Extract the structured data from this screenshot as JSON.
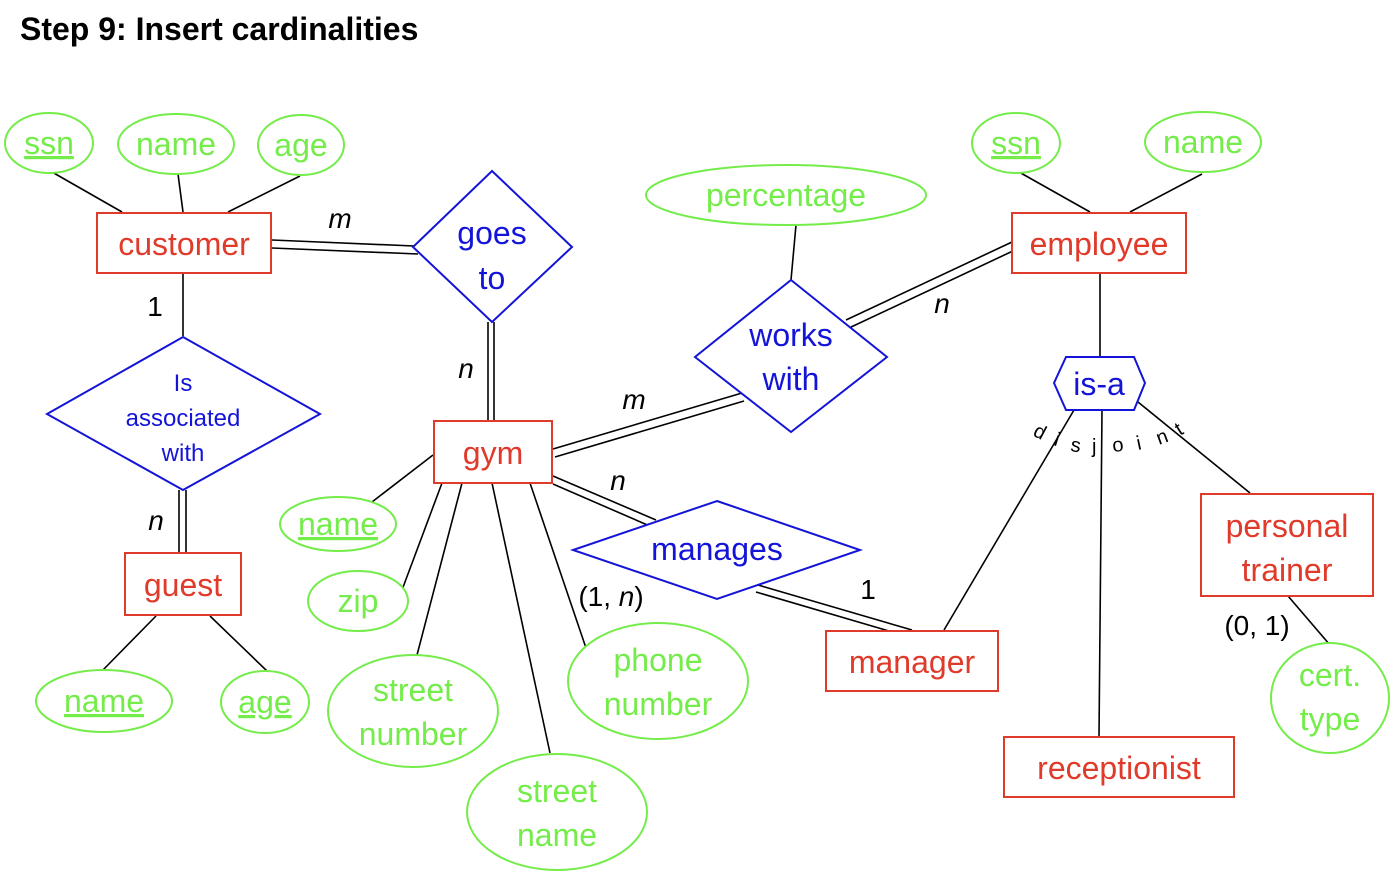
{
  "title": "Step 9: Insert cardinalities",
  "colors": {
    "entity": "#e03a2a",
    "attribute": "#74ec4a",
    "relationship": "#1414d8",
    "edge": "#000000"
  },
  "entities": {
    "customer": "customer",
    "employee": "employee",
    "gym": "gym",
    "guest": "guest",
    "manager": "manager",
    "receptionist": "receptionist",
    "personal_trainer": [
      "personal",
      "trainer"
    ]
  },
  "relationships": {
    "goes_to": [
      "goes",
      "to"
    ],
    "works_with": [
      "works",
      "with"
    ],
    "is_associated_with": [
      "Is",
      "associated",
      "with"
    ],
    "manages": "manages",
    "is_a": "is-a"
  },
  "attributes": {
    "customer_ssn": "ssn",
    "customer_name": "name",
    "customer_age": "age",
    "percentage": "percentage",
    "employee_ssn": "ssn",
    "employee_name": "name",
    "gym_name": "name",
    "zip": "zip",
    "street_number": [
      "street",
      "number"
    ],
    "street_name": [
      "street",
      "name"
    ],
    "phone_number": [
      "phone",
      "number"
    ],
    "guest_name": "name",
    "guest_age": "age",
    "cert_type": [
      "cert.",
      "type"
    ]
  },
  "cardinalities": {
    "customer_goes_to": "m",
    "gym_goes_to": "n",
    "customer_associated": "1",
    "guest_associated": "n",
    "gym_works_with": "m",
    "employee_works_with": "n",
    "gym_manages": "n",
    "manager_manages": "1",
    "phone_number": "(1, n)",
    "cert_type": "(0, 1)"
  },
  "disjoint_label": [
    "d",
    "i",
    "s",
    "j",
    "o",
    "i",
    "n",
    "t"
  ]
}
